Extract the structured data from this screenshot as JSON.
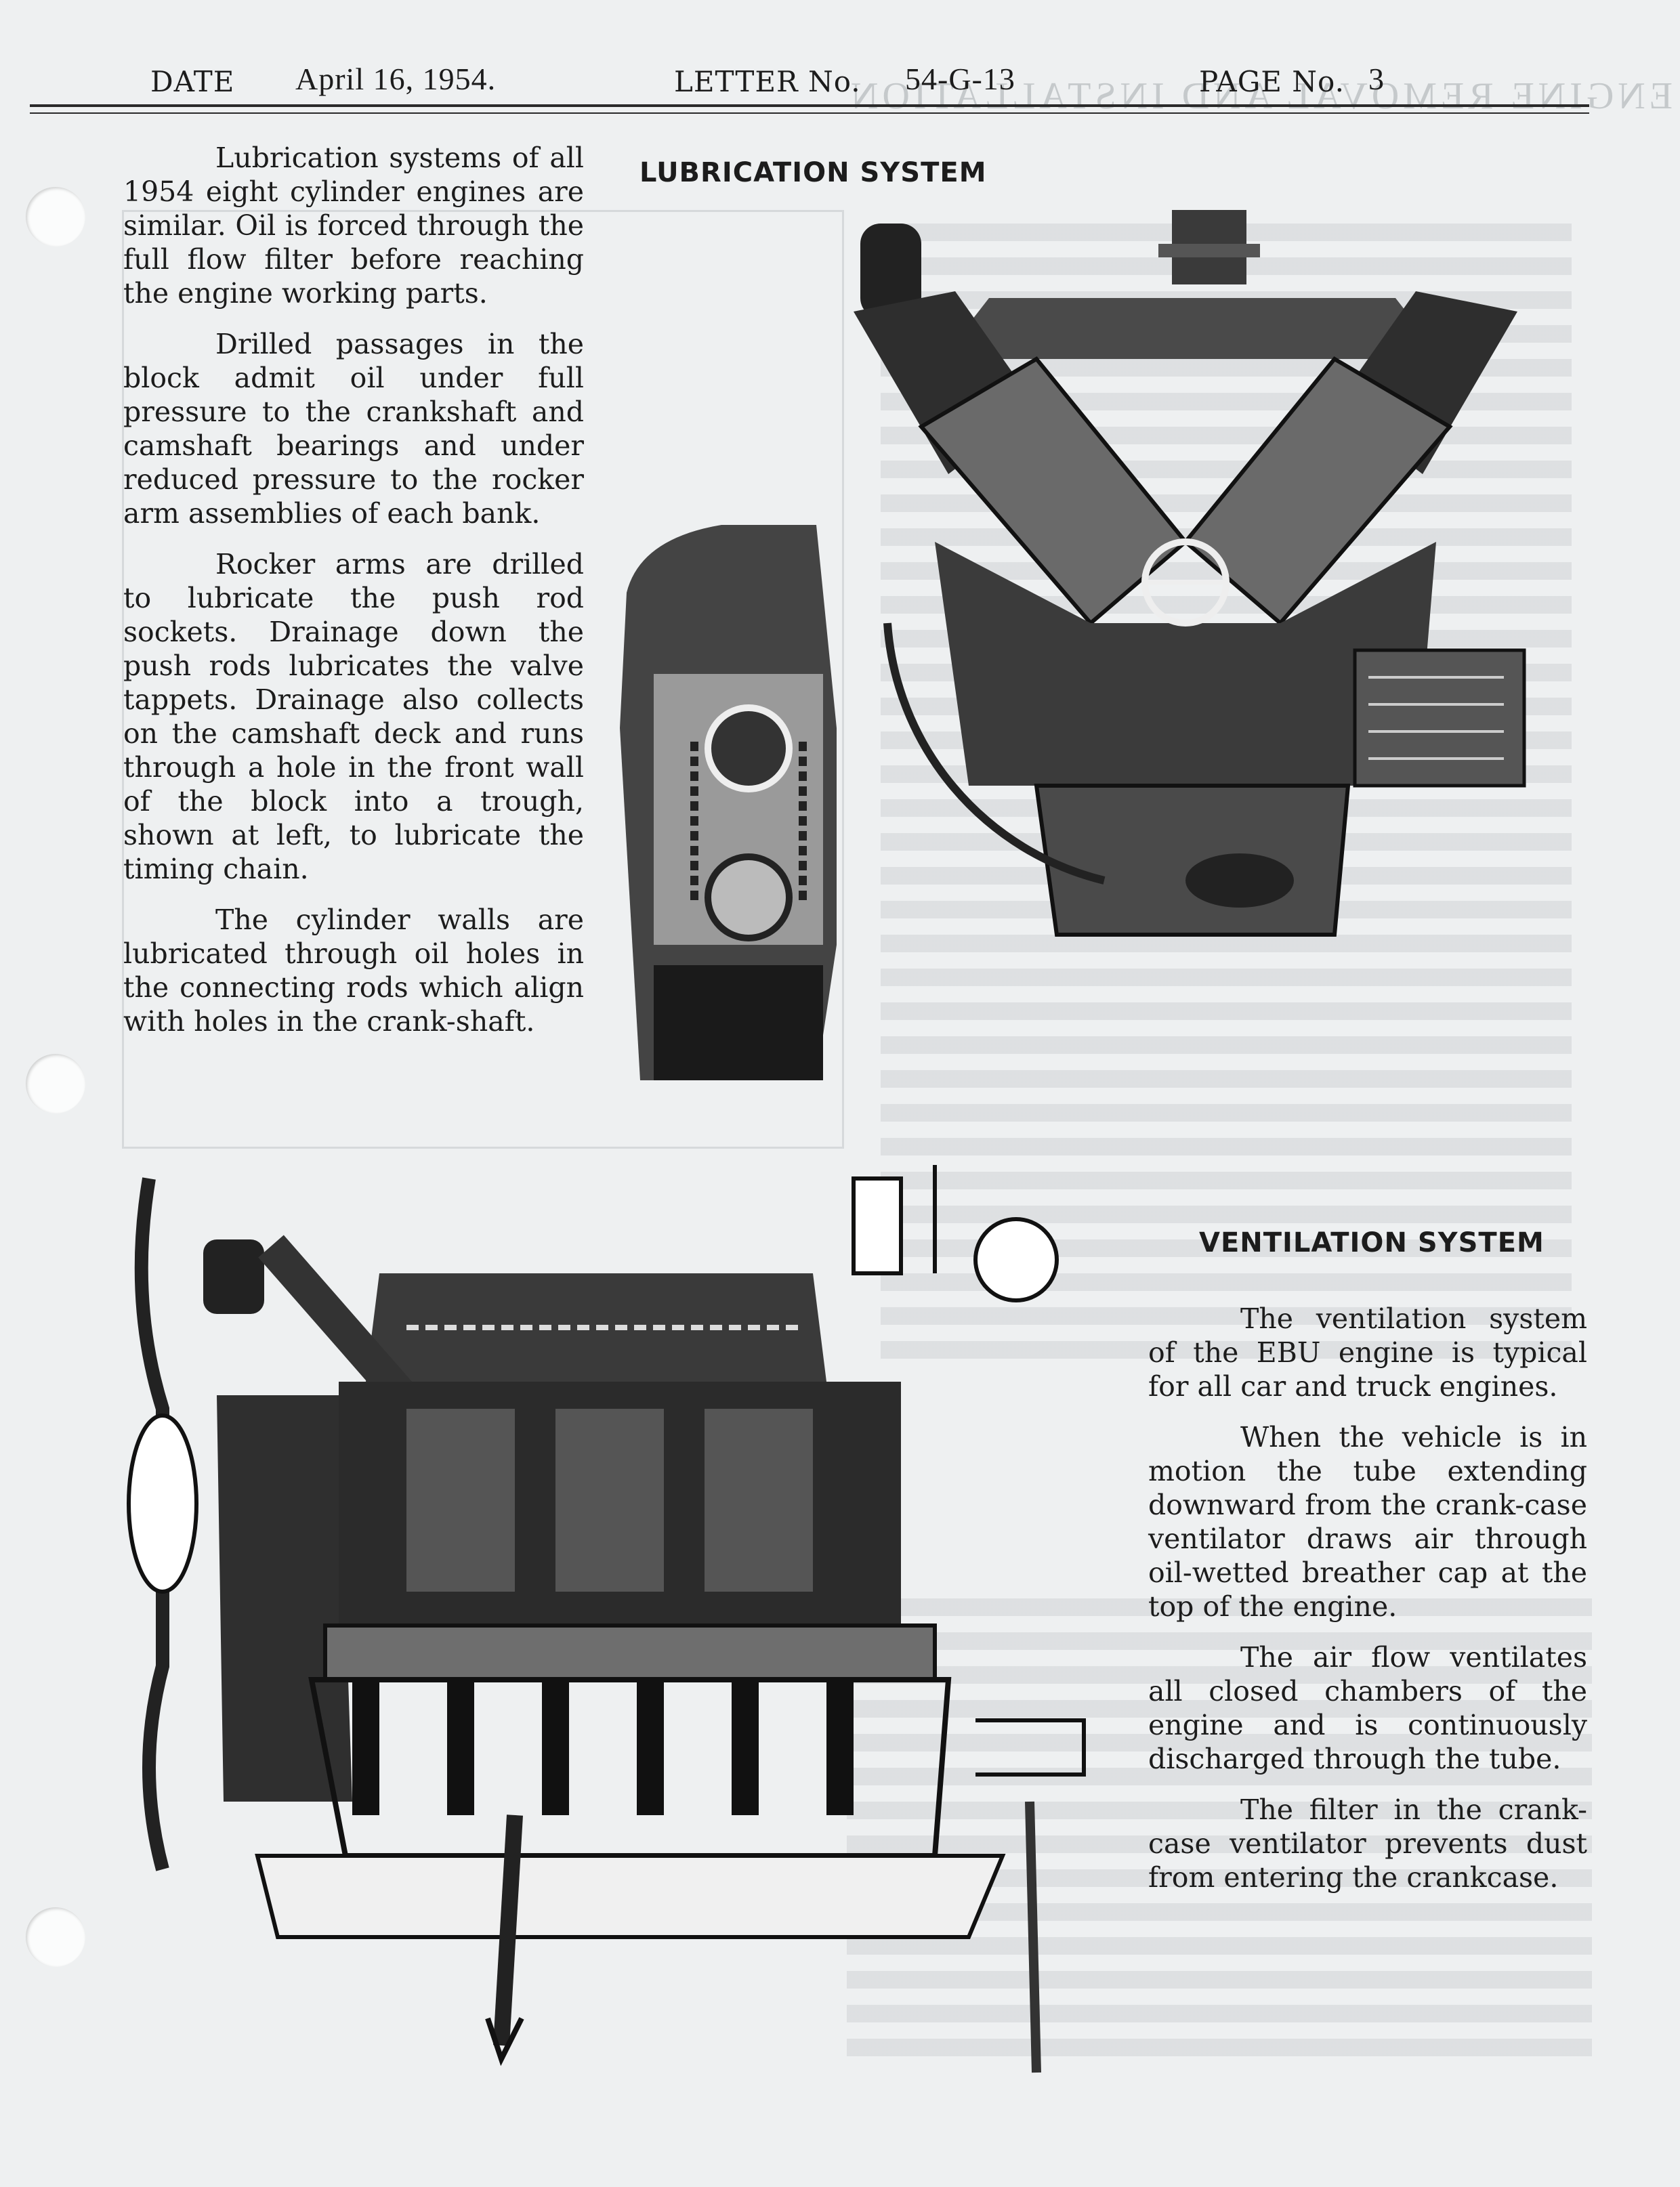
{
  "header": {
    "date_label": "DATE",
    "date_value": "April 16, 1954.",
    "letter_label": "LETTER No.",
    "letter_value": "54-G-13",
    "page_label": "PAGE No.",
    "page_value": "3"
  },
  "lubrication": {
    "heading": "LUBRICATION SYSTEM",
    "paragraphs": [
      "Lubrication systems of all 1954 eight cylinder engines are similar. Oil is forced through the full flow filter before reaching the engine working parts.",
      "Drilled passages in the block admit oil under full pressure to the crankshaft and camshaft bearings and under reduced pressure to the rocker arm assemblies of each bank.",
      "Rocker arms are drilled to lubricate the push rod sockets. Drainage down the push rods lubricates the valve tappets. Drainage also collects on the camshaft deck and runs through a hole in the front wall of the block into a trough, shown at left, to lubricate the timing chain.",
      "The cylinder walls are lubricated through oil holes in the connecting rods which align with holes in the crank-shaft."
    ]
  },
  "ventilation": {
    "heading": "VENTILATION SYSTEM",
    "paragraphs": [
      "The ventilation system of the EBU engine is typical for all car and truck engines.",
      "When the vehicle is in motion the tube extending downward from the crank-case ventilator draws air through oil-wetted breather cap at the top of the engine.",
      "The air flow ventilates all closed chambers of the engine and is continuously discharged through the tube.",
      "The filter in the crank-case ventilator prevents dust from entering the crankcase."
    ]
  }
}
